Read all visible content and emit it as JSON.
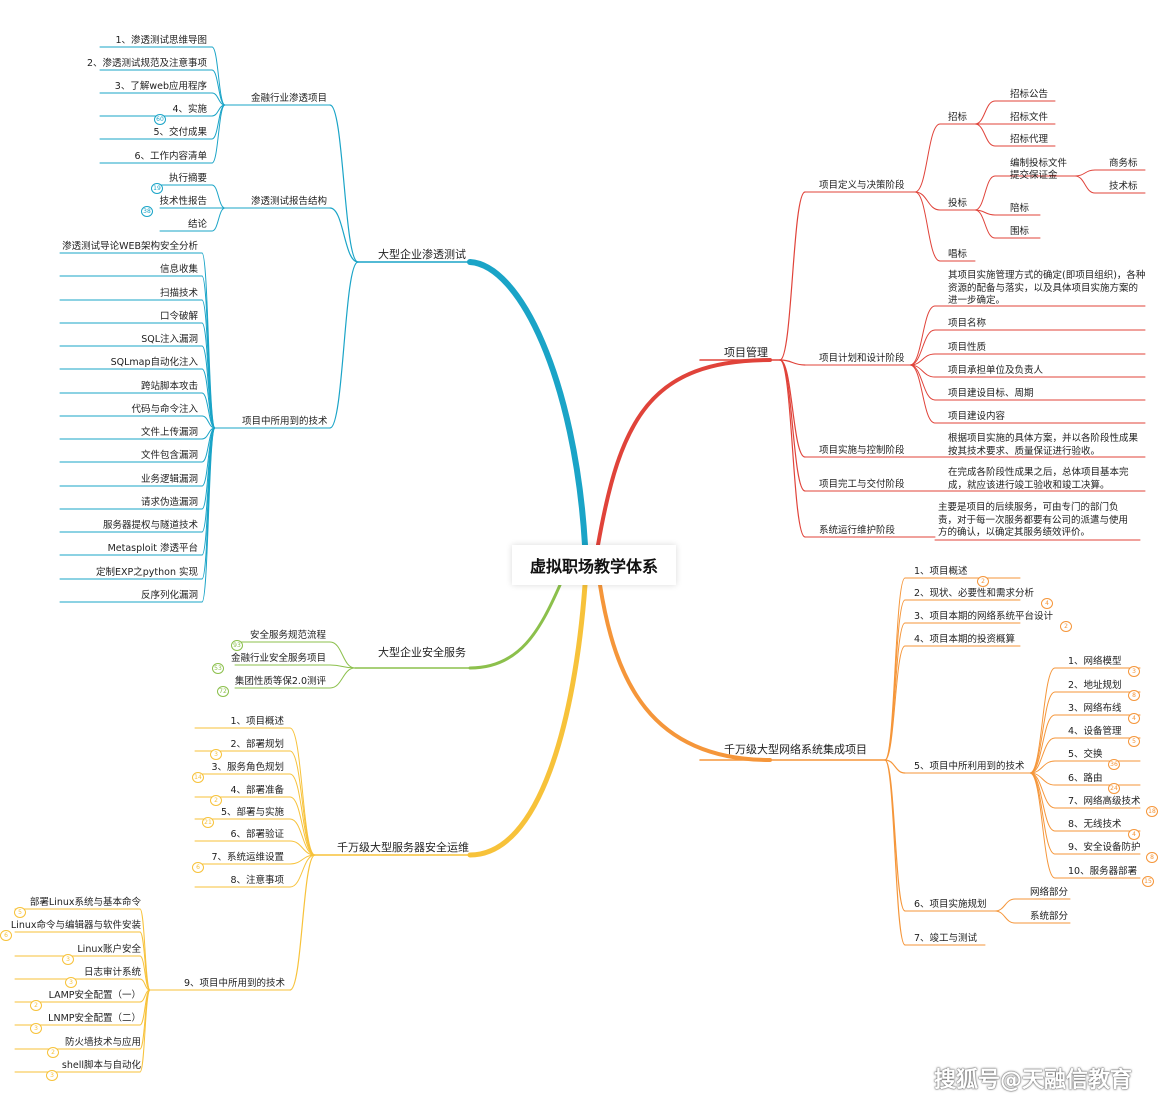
{
  "center": "虚拟职场教学体系",
  "watermark": "搜狐号@天融信教育",
  "colors": {
    "blue": "#1aa4c7",
    "red": "#e0433a",
    "orange": "#f5963a",
    "green": "#8cc04c",
    "yellow": "#f7c23a"
  },
  "blue": {
    "title": "大型企业渗透测试",
    "groups": [
      {
        "label": "金融行业渗透项目",
        "items": [
          "1、渗透测试思维导图",
          "2、渗透测试规范及注意事项",
          "3、了解web应用程序",
          "4、实施",
          "5、交付成果",
          "6、工作内容清单"
        ],
        "badges": [
          "",
          "",
          "",
          "60",
          "",
          ""
        ]
      },
      {
        "label": "渗透测试报告结构",
        "items": [
          "执行摘要",
          "技术性报告",
          "结论"
        ],
        "badges": [
          "19",
          "38",
          ""
        ]
      },
      {
        "label": "项目中所用到的技术",
        "items": [
          "渗透测试导论WEB架构安全分析",
          "信息收集",
          "扫描技术",
          "口令破解",
          "SQL注入漏洞",
          "SQLmap自动化注入",
          "跨站脚本攻击",
          "代码与命令注入",
          "文件上传漏洞",
          "文件包含漏洞",
          "业务逻辑漏洞",
          "请求伪造漏洞",
          "服务器提权与隧道技术",
          "Metasploit 渗透平台",
          "定制EXP之python 实现",
          "反序列化漏洞"
        ],
        "badges": []
      }
    ]
  },
  "green": {
    "title": "大型企业安全服务",
    "items": [
      "安全服务规范流程",
      "金融行业安全服务项目",
      "集团性质等保2.0测评"
    ],
    "badges": [
      "93",
      "53",
      "72"
    ]
  },
  "yellow": {
    "title": "千万级大型服务器安全运维",
    "items": [
      "1、项目概述",
      "2、部署规划",
      "3、服务角色规划",
      "4、部署准备",
      "5、部署与实施",
      "6、部署验证",
      "7、系统运维设置",
      "8、注意事项"
    ],
    "badges": [
      "",
      "3",
      "14",
      "2",
      "21",
      "",
      "6",
      ""
    ],
    "tech": {
      "label": "9、项目中所用到的技术",
      "items": [
        "部署Linux系统与基本命令",
        "Linux命令与编辑器与软件安装",
        "Linux账户安全",
        "日志审计系统",
        "LAMP安全配置（一）",
        "LNMP安全配置（二）",
        "防火墙技术与应用",
        "shell脚本与自动化"
      ],
      "badges": [
        "5",
        "6",
        "3",
        "3",
        "2",
        "3",
        "2",
        "3"
      ]
    }
  },
  "red": {
    "title": "项目管理",
    "stage1": {
      "label": "项目定义与决策阶段",
      "zhaobiao": {
        "label": "招标",
        "items": [
          "招标公告",
          "招标文件",
          "招标代理"
        ]
      },
      "toubiao": {
        "label": "投标",
        "sub1": "编制投标文件",
        "sub2": "提交保证金",
        "sub_items": [
          "商务标",
          "技术标"
        ],
        "items": [
          "陪标",
          "围标"
        ]
      },
      "changbiao": "唱标"
    },
    "stage2": {
      "label": "项目计划和设计阶段",
      "desc": "其项目实施管理方式的确定(即项目组织)，各种资源的配备与落实，以及具体项目实施方案的进一步确定。",
      "items": [
        "项目名称",
        "项目性质",
        "项目承担单位及负责人",
        "项目建设目标、周期",
        "项目建设内容"
      ]
    },
    "stage3": {
      "label": "项目实施与控制阶段",
      "desc": "根据项目实施的具体方案，并以各阶段性成果按其技术要求、质量保证进行验收。"
    },
    "stage4": {
      "label": "项目完工与交付阶段",
      "desc": "在完成各阶段性成果之后，总体项目基本完成，就应该进行竣工验收和竣工决算。"
    },
    "stage5": {
      "label": "系统运行维护阶段",
      "desc": "主要是项目的后续服务，可由专门的部门负责，对于每一次服务都要有公司的派遣与使用方的确认，以确定其服务绩效评价。"
    }
  },
  "orange": {
    "title": "千万级大型网络系统集成项目",
    "items": [
      "1、项目概述",
      "2、现状、必要性和需求分析",
      "3、项目本期的网络系统平台设计",
      "4、项目本期的投资概算"
    ],
    "badges": [
      "2",
      "4",
      "2",
      ""
    ],
    "tech": {
      "label": "5、项目中所利用到的技术",
      "items": [
        "1、网络模型",
        "2、地址规划",
        "3、网络布线",
        "4、设备管理",
        "5、交换",
        "6、路由",
        "7、网络高级技术",
        "8、无线技术",
        "9、安全设备防护",
        "10、服务器部署"
      ],
      "badges": [
        "3",
        "8",
        "4",
        "5",
        "36",
        "24",
        "18",
        "4",
        "8",
        "15"
      ]
    },
    "plan": {
      "label": "6、项目实施规划",
      "items": [
        "网络部分",
        "系统部分"
      ]
    },
    "last": "7、竣工与测试"
  }
}
